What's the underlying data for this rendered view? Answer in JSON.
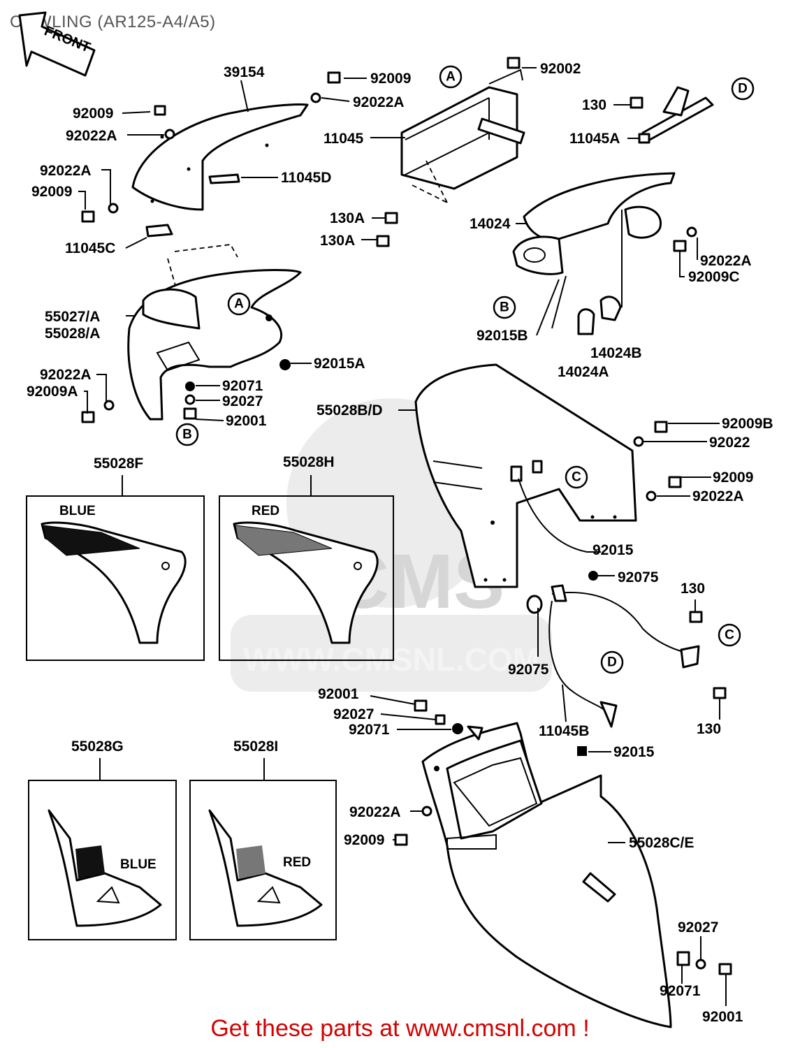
{
  "title": "COWLING (AR125-A4/A5)",
  "front_arrow": "FRONT",
  "footer": "Get these parts at www.cmsnl.com !",
  "watermark": {
    "logo": "CMS",
    "url": "WWW.CMSNL.COM"
  },
  "callouts": {
    "A": "A",
    "B": "B",
    "C": "C",
    "D": "D"
  },
  "swatches": {
    "blue": "BLUE",
    "red": "RED"
  },
  "labels": {
    "p39154": "39154",
    "p92009_1": "92009",
    "p92022A_1": "92022A",
    "p92009_2": "92009",
    "p92022A_2": "92022A",
    "p92022A_3": "92022A",
    "p92009_3": "92009",
    "p11045D": "11045D",
    "p11045C": "11045C",
    "p92002": "92002",
    "p11045": "11045",
    "p130A_1": "130A",
    "p130A_2": "130A",
    "p130_top": "130",
    "p11045A": "11045A",
    "p14024": "14024",
    "p92022A_4": "92022A",
    "p92009C": "92009C",
    "p92015B": "92015B",
    "p14024B": "14024B",
    "p14024A": "14024A",
    "p55027A": "55027/A",
    "p55028A": "55028/A",
    "p92015A": "92015A",
    "p92022A_5": "92022A",
    "p92009A": "92009A",
    "p92071_1": "92071",
    "p92027_1": "92027",
    "p92001_1": "92001",
    "p55028BD": "55028B/D",
    "p92009B": "92009B",
    "p92022": "92022",
    "p92009_4": "92009",
    "p92022A_6": "92022A",
    "p92015_1": "92015",
    "p55028F": "55028F",
    "p55028H": "55028H",
    "p92075_1": "92075",
    "p92075_2": "92075",
    "p130_1": "130",
    "p130_2": "130",
    "p11045B": "11045B",
    "p92001_2": "92001",
    "p92027_2": "92027",
    "p92071_2": "92071",
    "p92015_2": "92015",
    "p55028G": "55028G",
    "p55028I": "55028I",
    "p92022A_7": "92022A",
    "p92009_5": "92009",
    "p55028CE": "55028C/E",
    "p92027_3": "92027",
    "p92071_3": "92071",
    "p92001_3": "92001"
  }
}
